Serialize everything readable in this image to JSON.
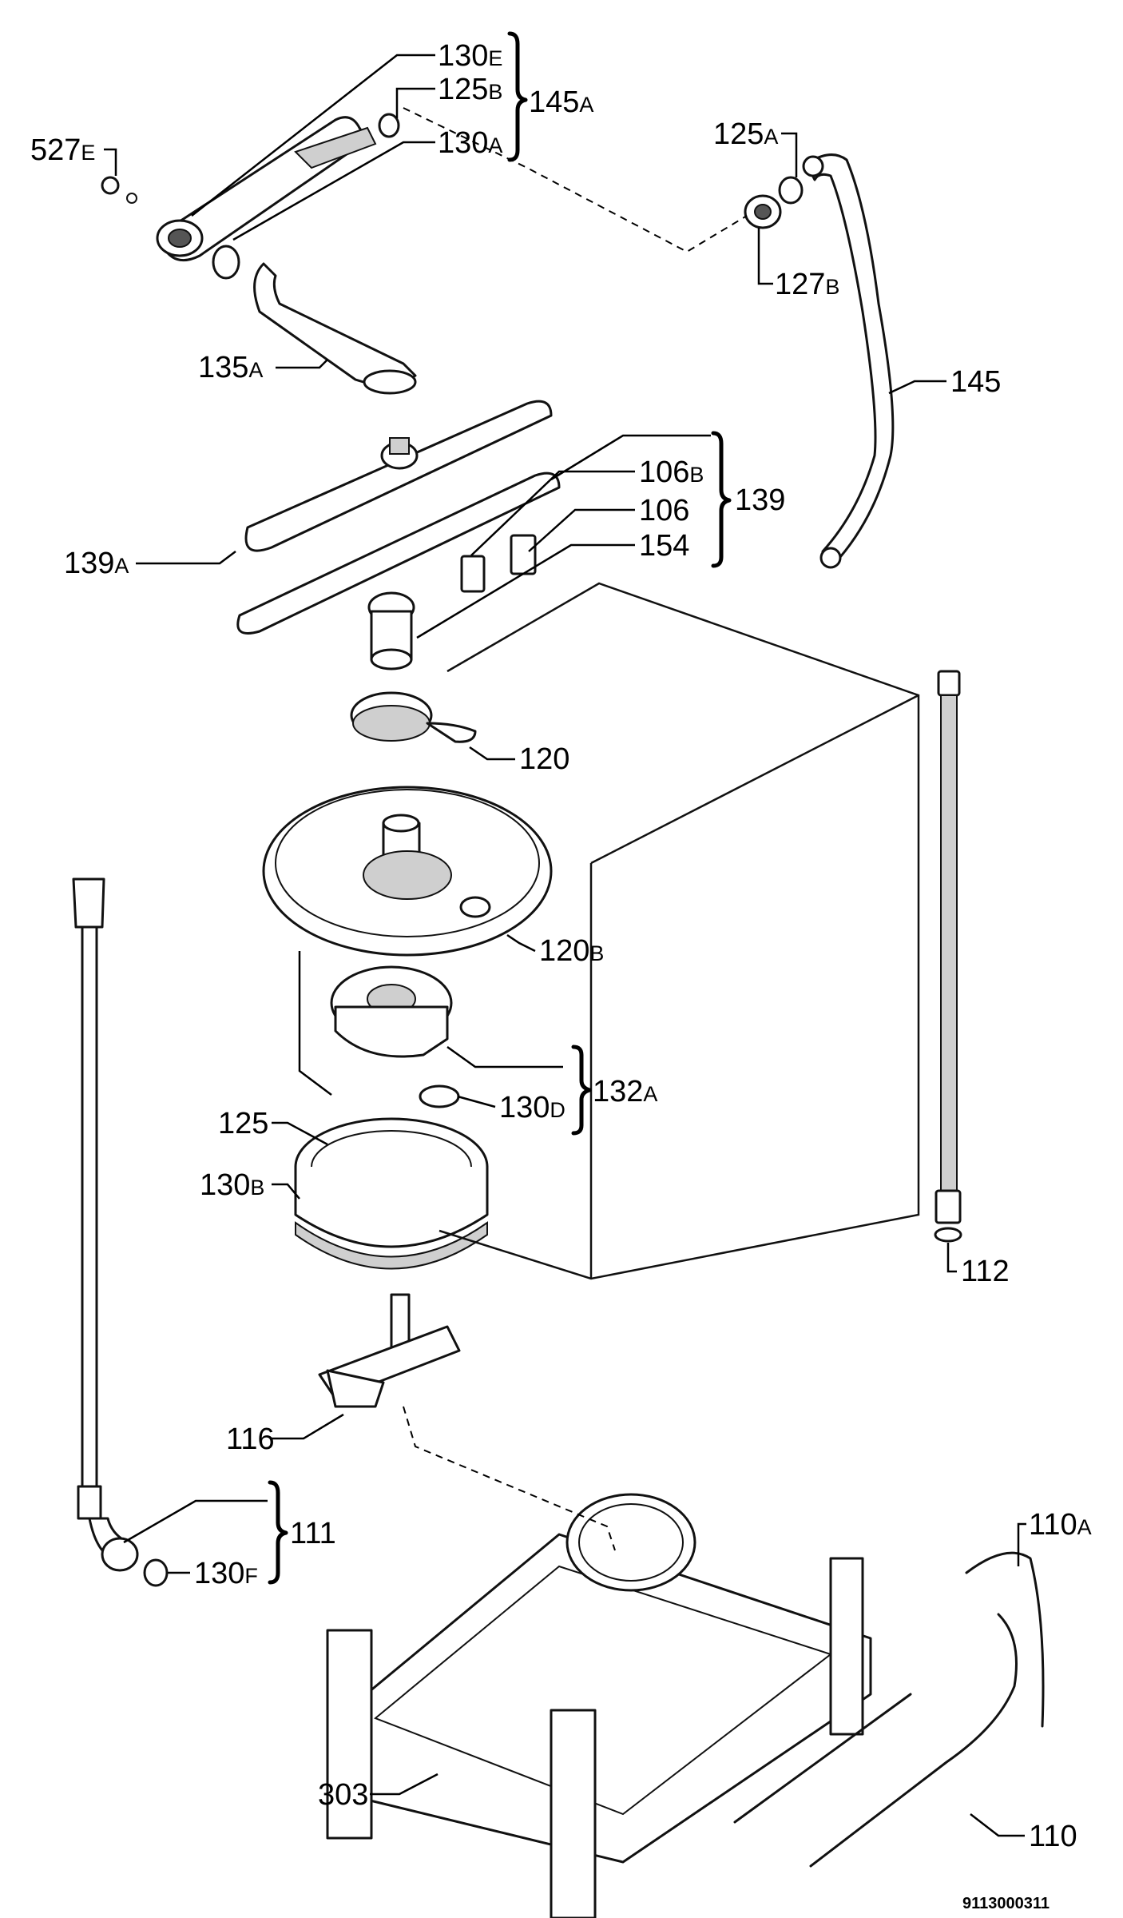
{
  "callouts": {
    "c130e": {
      "num": "130",
      "suffix": "E"
    },
    "c125b": {
      "num": "125",
      "suffix": "B"
    },
    "c145a": {
      "num": "145",
      "suffix": "A"
    },
    "c130a": {
      "num": "130",
      "suffix": "A"
    },
    "c527e": {
      "num": "527",
      "suffix": "E"
    },
    "c125a": {
      "num": "125",
      "suffix": "A"
    },
    "c127b": {
      "num": "127",
      "suffix": "B"
    },
    "c135a": {
      "num": "135",
      "suffix": "A"
    },
    "c145": {
      "num": "145",
      "suffix": ""
    },
    "c106b": {
      "num": "106",
      "suffix": "B"
    },
    "c139": {
      "num": "139",
      "suffix": ""
    },
    "c106": {
      "num": "106",
      "suffix": ""
    },
    "c154": {
      "num": "154",
      "suffix": ""
    },
    "c139a": {
      "num": "139",
      "suffix": "A"
    },
    "c120": {
      "num": "120",
      "suffix": ""
    },
    "c120b": {
      "num": "120",
      "suffix": "B"
    },
    "c132a": {
      "num": "132",
      "suffix": "A"
    },
    "c130d": {
      "num": "130",
      "suffix": "D"
    },
    "c125": {
      "num": "125",
      "suffix": ""
    },
    "c130b": {
      "num": "130",
      "suffix": "B"
    },
    "c112": {
      "num": "112",
      "suffix": ""
    },
    "c116": {
      "num": "116",
      "suffix": ""
    },
    "c111": {
      "num": "111",
      "suffix": ""
    },
    "c130f": {
      "num": "130",
      "suffix": "F"
    },
    "c110a": {
      "num": "110",
      "suffix": "A"
    },
    "c303": {
      "num": "303",
      "suffix": ""
    },
    "c110": {
      "num": "110",
      "suffix": ""
    }
  },
  "drawing_number": "9113000311"
}
